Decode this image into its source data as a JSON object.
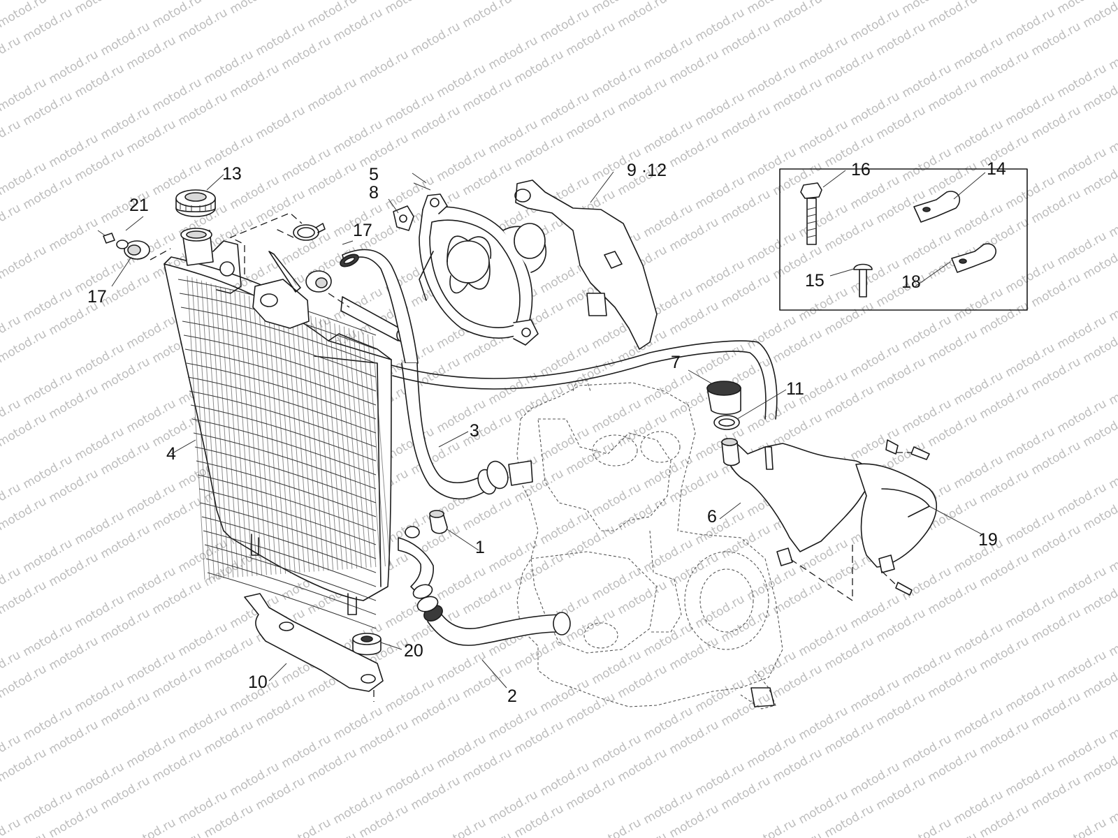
{
  "watermark": {
    "text": "motod.ru",
    "color": "#bdbdbd"
  },
  "callouts": [
    {
      "id": "1",
      "label": "1"
    },
    {
      "id": "2",
      "label": "2"
    },
    {
      "id": "3",
      "label": "3"
    },
    {
      "id": "4",
      "label": "4"
    },
    {
      "id": "5",
      "label": "5"
    },
    {
      "id": "6",
      "label": "6"
    },
    {
      "id": "7",
      "label": "7"
    },
    {
      "id": "8",
      "label": "8"
    },
    {
      "id": "9-12",
      "label": "9 ·12"
    },
    {
      "id": "10",
      "label": "10"
    },
    {
      "id": "11",
      "label": "11"
    },
    {
      "id": "13",
      "label": "13"
    },
    {
      "id": "14",
      "label": "14"
    },
    {
      "id": "15",
      "label": "15"
    },
    {
      "id": "16",
      "label": "16"
    },
    {
      "id": "17a",
      "label": "17"
    },
    {
      "id": "17b",
      "label": "17"
    },
    {
      "id": "18",
      "label": "18"
    },
    {
      "id": "19",
      "label": "19"
    },
    {
      "id": "20",
      "label": "20"
    },
    {
      "id": "21",
      "label": "21"
    }
  ],
  "parts": {
    "radiator": "radiator-icon",
    "fan": "cooling-fan-icon",
    "engine": "engine-icon",
    "cap": "radiator-cap-icon",
    "hoses": "coolant-hose-icon",
    "pump_cover": "water-pump-cover-icon",
    "fasteners_box": "fastener-kit-icon"
  }
}
